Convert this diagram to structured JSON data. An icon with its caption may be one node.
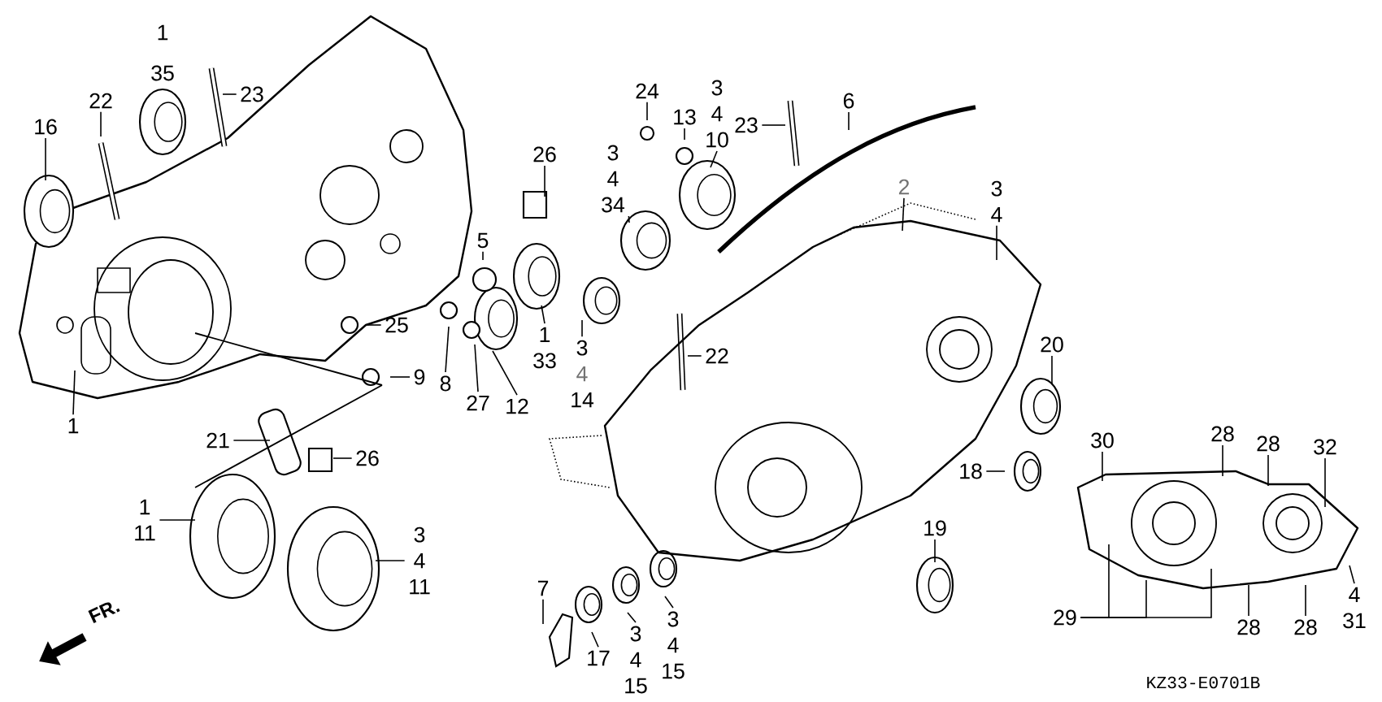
{
  "diagram": {
    "nodes": [
      {
        "text": [
          "16"
        ]
      },
      {
        "text": [
          "22"
        ]
      },
      {
        "text": [
          "23"
        ]
      },
      {
        "text": [
          "26"
        ]
      },
      {
        "text": [
          "5"
        ]
      },
      {
        "text": [
          "25"
        ]
      },
      {
        "text": [
          "8"
        ]
      },
      {
        "text": [
          "9"
        ]
      },
      {
        "text": [
          "27"
        ]
      },
      {
        "text": [
          "1",
          "33"
        ]
      },
      {
        "text": [
          "12"
        ]
      },
      {
        "text": [
          "24"
        ]
      },
      {
        "text": [
          "13"
        ]
      },
      {
        "text": [
          "3",
          "4",
          "10"
        ]
      },
      {
        "text": [
          "3",
          "4",
          "34"
        ]
      },
      {
        "text": [
          "23"
        ]
      },
      {
        "text": [
          "6"
        ]
      },
      {
        "text": [
          "2"
        ]
      },
      {
        "text": [
          "3",
          "4"
        ]
      },
      {
        "text": [
          "3",
          "4",
          "14"
        ]
      },
      {
        "text": [
          "22"
        ]
      },
      {
        "text": [
          "20"
        ]
      },
      {
        "text": [
          "18"
        ]
      },
      {
        "text": [
          "19"
        ]
      },
      {
        "text": [
          "30"
        ]
      },
      {
        "text": [
          "28"
        ]
      },
      {
        "text": [
          "28"
        ]
      },
      {
        "text": [
          "32"
        ]
      },
      {
        "text": [
          "4",
          "31"
        ]
      },
      {
        "text": [
          "28"
        ]
      },
      {
        "text": [
          "28"
        ]
      },
      {
        "text": [
          "29"
        ]
      },
      {
        "text": [
          "21"
        ]
      },
      {
        "text": [
          "26"
        ]
      },
      {
        "text": [
          "1"
        ]
      },
      {
        "text": [
          "1",
          "11"
        ]
      },
      {
        "text": [
          "3",
          "4",
          "11"
        ]
      },
      {
        "text": [
          "7"
        ]
      },
      {
        "text": [
          "17"
        ]
      },
      {
        "text": [
          "3",
          "4",
          "15"
        ]
      },
      {
        "text": [
          "3",
          "4",
          "15"
        ]
      }
    ],
    "edges": [
      {
        "from": 0,
        "to": null,
        "arrow": "none"
      },
      {
        "from": 1,
        "to": null,
        "arrow": "none"
      },
      {
        "from": 2,
        "to": null,
        "arrow": "none"
      },
      {
        "from": 3,
        "to": null,
        "arrow": "none"
      },
      {
        "from": 4,
        "to": null,
        "arrow": "none"
      },
      {
        "from": 5,
        "to": null,
        "arrow": "none"
      },
      {
        "from": 6,
        "to": null,
        "arrow": "none"
      },
      {
        "from": 7,
        "to": null,
        "arrow": "none"
      },
      {
        "from": 8,
        "to": null,
        "arrow": "none"
      },
      {
        "from": 9,
        "to": null,
        "arrow": "none"
      },
      {
        "from": 10,
        "to": null,
        "arrow": "none"
      },
      {
        "from": 11,
        "to": null,
        "arrow": "none"
      },
      {
        "from": 12,
        "to": null,
        "arrow": "none"
      },
      {
        "from": 13,
        "to": null,
        "arrow": "none"
      },
      {
        "from": 14,
        "to": null,
        "arrow": "none"
      },
      {
        "from": 15,
        "to": null,
        "arrow": "none"
      },
      {
        "from": 16,
        "to": null,
        "arrow": "none"
      },
      {
        "from": 17,
        "to": null,
        "arrow": "none"
      },
      {
        "from": 18,
        "to": null,
        "arrow": "none"
      },
      {
        "from": 19,
        "to": null,
        "arrow": "none"
      },
      {
        "from": 20,
        "to": null,
        "arrow": "none"
      },
      {
        "from": 21,
        "to": null,
        "arrow": "none"
      },
      {
        "from": 22,
        "to": null,
        "arrow": "none"
      },
      {
        "from": 23,
        "to": null,
        "arrow": "none"
      },
      {
        "from": 24,
        "to": null,
        "arrow": "none"
      },
      {
        "from": 25,
        "to": null,
        "arrow": "none"
      },
      {
        "from": 26,
        "to": null,
        "arrow": "none"
      },
      {
        "from": 27,
        "to": null,
        "arrow": "none"
      },
      {
        "from": 28,
        "to": null,
        "arrow": "none"
      },
      {
        "from": 29,
        "to": null,
        "arrow": "none"
      },
      {
        "from": 30,
        "to": null,
        "arrow": "none"
      },
      {
        "from": 31,
        "to": null,
        "arrow": "none"
      },
      {
        "from": 31,
        "to": null,
        "arrow": "none"
      },
      {
        "from": 31,
        "to": null,
        "arrow": "none"
      },
      {
        "from": 32,
        "to": null,
        "arrow": "none"
      },
      {
        "from": 33,
        "to": null,
        "arrow": "none"
      },
      {
        "from": 34,
        "to": null,
        "arrow": "none"
      },
      {
        "from": 35,
        "to": null,
        "arrow": "none"
      },
      {
        "from": 36,
        "to": null,
        "arrow": "none"
      },
      {
        "from": 37,
        "to": null,
        "arrow": "none"
      },
      {
        "from": 38,
        "to": null,
        "arrow": "none"
      },
      {
        "from": 39,
        "to": null,
        "arrow": "none"
      },
      {
        "from": 40,
        "to": null,
        "arrow": "none"
      }
    ],
    "labels": [
      "1",
      "35",
      "FR.",
      "KZ33-E0701B"
    ]
  }
}
